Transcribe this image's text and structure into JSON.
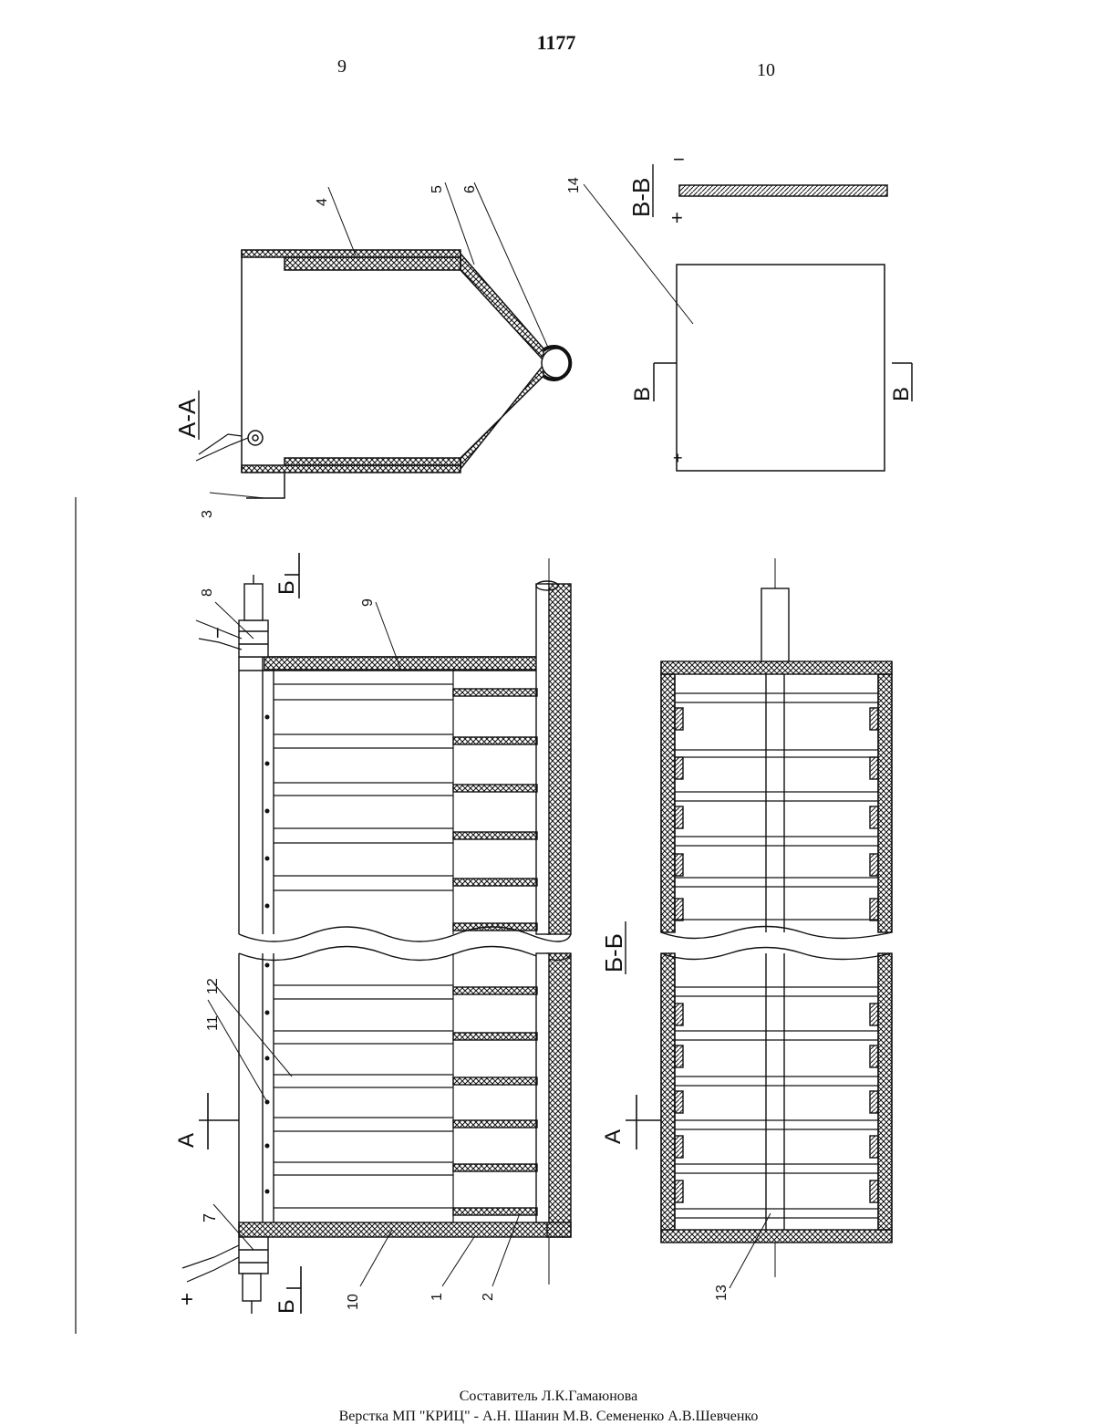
{
  "header": {
    "page_number": "1177",
    "column_left": "9",
    "column_right": "10"
  },
  "labels": {
    "section_aa": "А-А",
    "section_bb": "Б-Б",
    "section_vv": "В-В",
    "cut_a": "А",
    "cut_b": "Б",
    "cut_v": "В",
    "plus": "+",
    "minus": "−",
    "part_1": "1",
    "part_2": "2",
    "part_3": "3",
    "part_4": "4",
    "part_5": "5",
    "part_6": "6",
    "part_7": "7",
    "part_8": "8",
    "part_9": "9",
    "part_10": "10",
    "part_11": "11",
    "part_12": "12",
    "part_13": "13",
    "part_14": "14"
  },
  "footer": {
    "composer": "Составитель  Л.К.Гамаюнова",
    "layout_credit": "Верстка МП \"КРИЦ\" -  А.Н. Шанин  М.В. Семененко   А.В.Шевченко"
  },
  "colors": {
    "ink": "#111111",
    "paper": "#ffffff"
  }
}
